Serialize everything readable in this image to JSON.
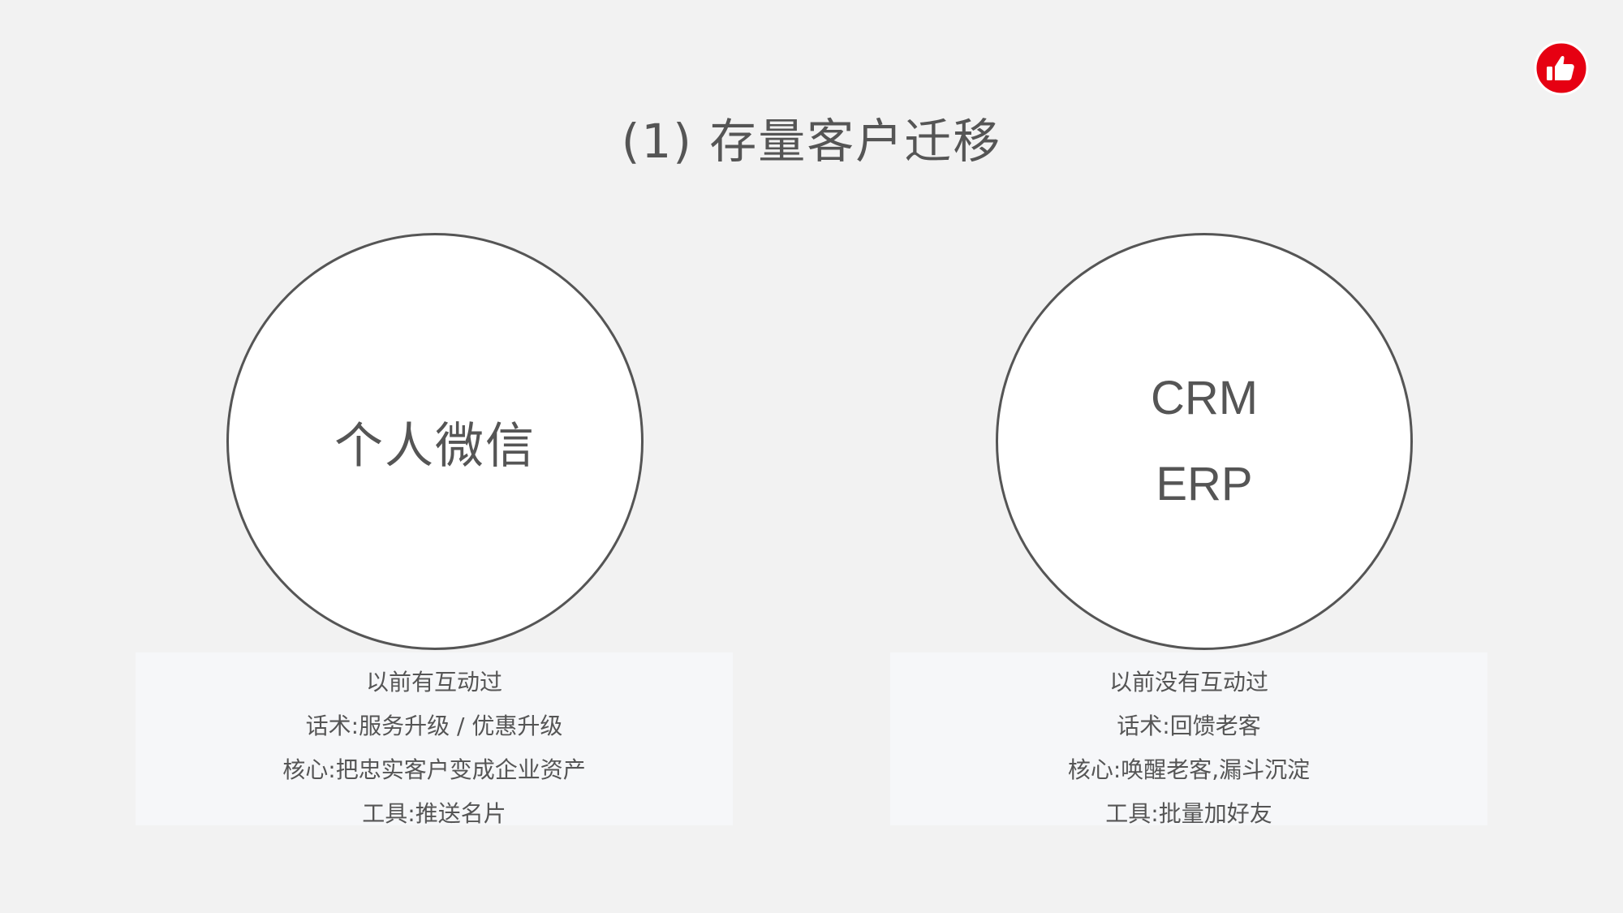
{
  "title": "(1) 存量客户迁移",
  "colors": {
    "background": "#f2f2f2",
    "circle_fill": "#ffffff",
    "circle_stroke": "#555555",
    "text": "#555555",
    "box_fill": "#f6f7f9",
    "badge_red": "#e60012"
  },
  "badge_icon": "thumbs-up-icon",
  "left": {
    "circle_label": "个人微信",
    "lines": [
      "以前有互动过",
      "话术:服务升级 / 优惠升级",
      "核心:把忠实客户变成企业资产",
      "工具:推送名片"
    ]
  },
  "right": {
    "circle_lines": [
      "CRM",
      "ERP"
    ],
    "lines": [
      "以前没有互动过",
      "话术:回馈老客",
      "核心:唤醒老客,漏斗沉淀",
      "工具:批量加好友"
    ]
  }
}
